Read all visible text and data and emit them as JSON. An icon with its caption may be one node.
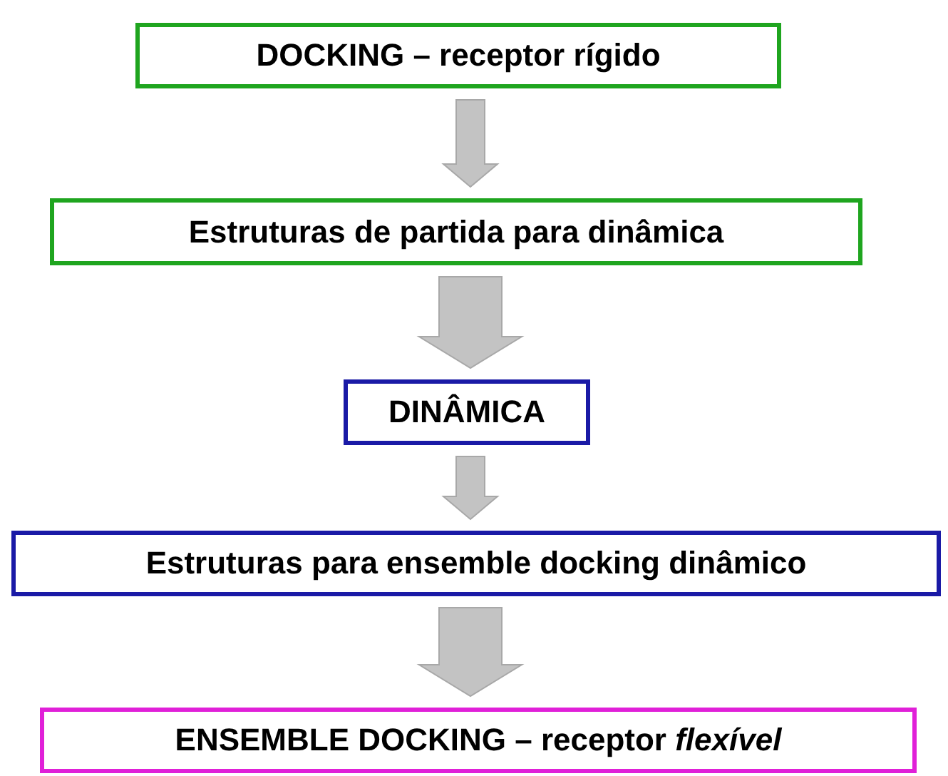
{
  "diagram": {
    "nodes": [
      {
        "text": [
          "DOCKING – receptor rígido"
        ]
      },
      {
        "text": [
          "Estruturas de partida para dinâmica"
        ]
      },
      {
        "text": [
          "DINÂMICA"
        ]
      },
      {
        "text": [
          "Estruturas para ensemble docking dinâmico"
        ]
      },
      {
        "text": [
          "ENSEMBLE DOCKING – receptor *flexível*"
        ]
      }
    ],
    "edges": [
      {
        "from": 0,
        "to": 1,
        "arrow": "to"
      },
      {
        "from": 1,
        "to": 2,
        "arrow": "to",
        "style": "thick"
      },
      {
        "from": 2,
        "to": 3,
        "arrow": "to"
      },
      {
        "from": 3,
        "to": 4,
        "arrow": "to",
        "style": "thick"
      }
    ]
  }
}
